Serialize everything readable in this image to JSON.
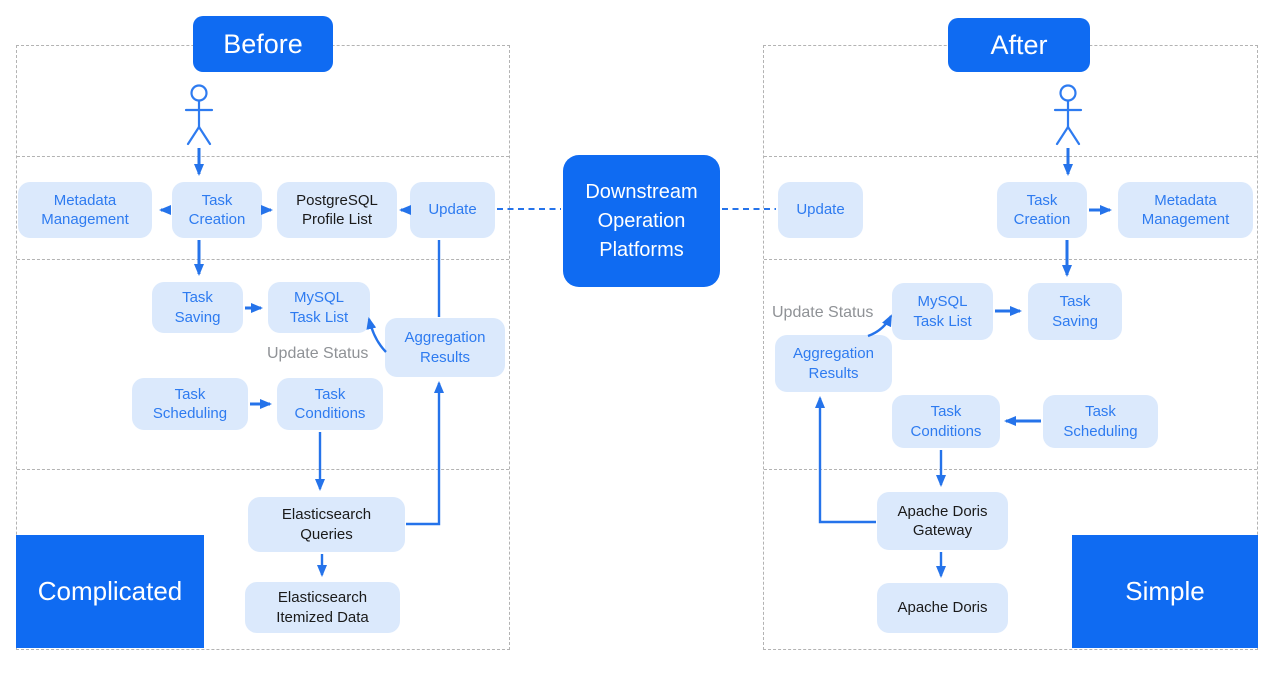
{
  "before": {
    "title": "Before",
    "corner_label": "Complicated",
    "status_label": "Update Status",
    "nodes": {
      "metadata": "Metadata Management",
      "task_creation": "Task Creation",
      "postgresql": "PostgreSQL Profile List",
      "update": "Update",
      "task_saving": "Task Saving",
      "mysql": "MySQL Task List",
      "aggregation": "Aggregation Results",
      "task_scheduling": "Task Scheduling",
      "task_conditions": "Task Conditions",
      "es_queries": "Elasticsearch Queries",
      "es_itemized": "Elasticsearch Itemized Data"
    }
  },
  "middle": {
    "label": "Downstream Operation Platforms"
  },
  "after": {
    "title": "After",
    "corner_label": "Simple",
    "status_label": "Update Status",
    "nodes": {
      "update": "Update",
      "task_creation": "Task Creation",
      "metadata": "Metadata Management",
      "mysql": "MySQL Task List",
      "task_saving": "Task Saving",
      "aggregation": "Aggregation Results",
      "task_conditions": "Task Conditions",
      "task_scheduling": "Task Scheduling",
      "doris_gateway": "Apache Doris Gateway",
      "apache_doris": "Apache Doris"
    }
  },
  "colors": {
    "brand_blue": "#0f6bf2",
    "node_fill": "#dbe9fc",
    "node_text_blue": "#2e7bf0",
    "node_text_dark": "#1a1a1a",
    "arrow_blue": "#2573ea",
    "gray_text": "#8f9296",
    "panel_border": "#b3b3b3"
  }
}
